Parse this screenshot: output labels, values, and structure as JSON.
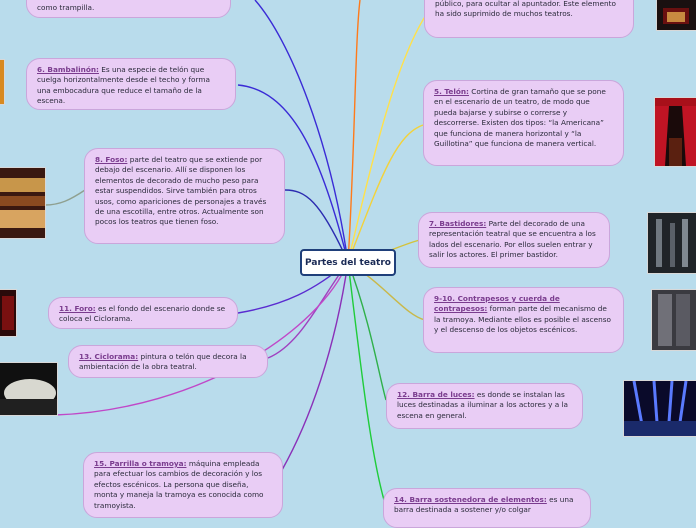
{
  "center": {
    "label": "Partes del teatro"
  },
  "nodes": {
    "trampilla": {
      "title": "",
      "text": "como trampilla."
    },
    "apuntador": {
      "title": "",
      "text": "público, para ocultar al apuntador. Este elemento ha sido suprimido de muchos teatros."
    },
    "bambalinon": {
      "title": "6. Bambalinón:",
      "text": " Es una especie de telón que cuelga horizontalmente  desde el techo y forma una embocadura que reduce el tamaño de la escena."
    },
    "telon": {
      "title": "5. Telón:",
      "text": " Cortina de gran tamaño que se pone en el escenario de un teatro, de modo que pueda bajarse y subirse o correrse y descorrerse. Existen dos tipos: “la Americana” que funciona de manera horizontal y “la Guillotina” que funciona de manera vertical."
    },
    "foso": {
      "title": "8. Foso:",
      "text": " parte del teatro que se extiende por debajo del escenario. Allí se disponen los elementos de decorado de mucho peso para estar suspendidos. Sirve también para otros usos, como apariciones de personajes a través de una escotilla, entre otros. Actualmente son pocos los teatros que tienen foso."
    },
    "bastidores": {
      "title": "7. Bastidores:",
      "text": " Parte del decorado de una representación teatral que se encuentra a los lados del escenario. Por ellos suelen entrar y salir los actores. El primer bastidor."
    },
    "contrapesos": {
      "title": "9-10. Contrapesos y cuerda de contrapesos:",
      "text": " forman parte del mecanismo de la tramoya. Mediante ellos es posible el ascenso y el descenso de los objetos escénicos."
    },
    "foro": {
      "title": "11. Foro:",
      "text": " es el fondo del escenario donde se coloca el Ciclorama."
    },
    "ciclorama": {
      "title": "13. Ciclorama:",
      "text": " pintura o telón que decora la ambientación de la obra teatral."
    },
    "luces": {
      "title": "12. Barra de luces:",
      "text": " es donde se instalan las luces destinadas a iluminar a los actores y a la escena en general."
    },
    "parrilla": {
      "title": "15. Parrilla o tramoya:",
      "text": " máquina empleada para efectuar los cambios de decoración y los efectos escénicos. La persona que diseña, monta y maneja la tramoya es conocida como tramoyista."
    },
    "sostenedora": {
      "title": "14. Barra sostenedora de elementos:",
      "text": " es una barra destinada a sostener y/o colgar"
    }
  }
}
